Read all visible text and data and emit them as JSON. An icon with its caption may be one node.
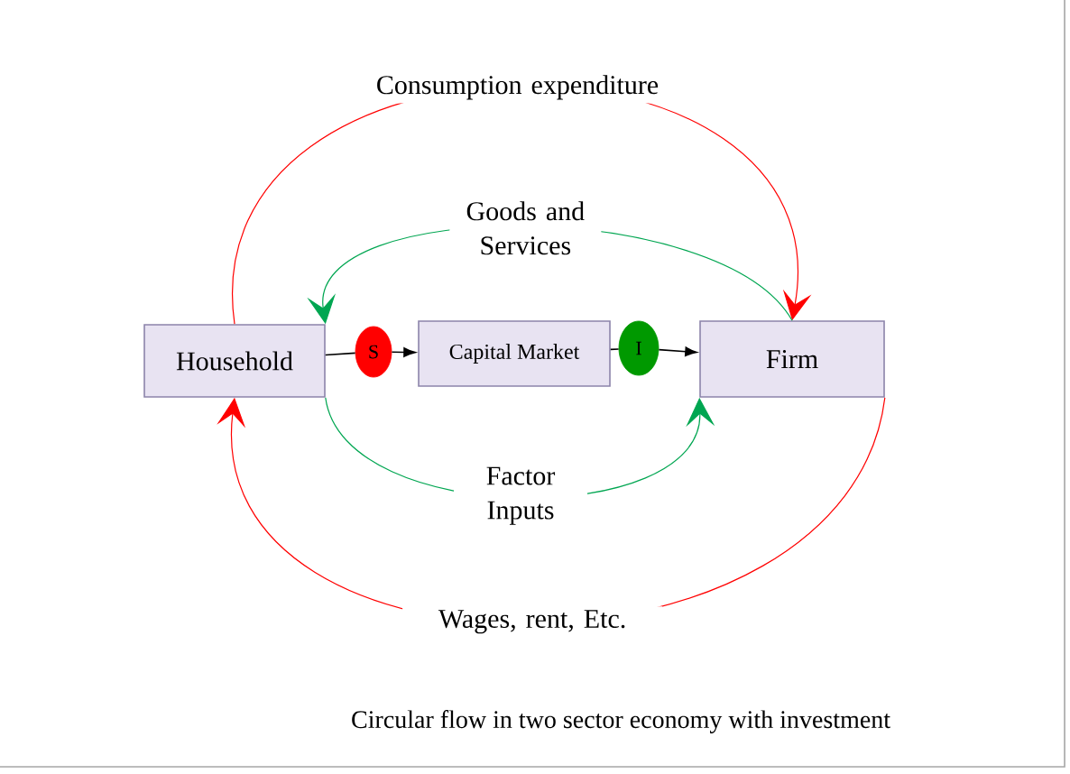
{
  "diagram": {
    "caption": "Circular flow in two sector economy with investment",
    "nodes": [
      {
        "text": [
          "Household"
        ]
      },
      {
        "text": [
          "Capital Market"
        ]
      },
      {
        "text": [
          "Firm"
        ]
      },
      {
        "text": [
          "S"
        ]
      },
      {
        "text": [
          "I"
        ]
      }
    ],
    "edges": [
      {
        "from": 0,
        "to": 2,
        "arrow": "to",
        "label": "Consumption expenditure",
        "color": "#ff0000"
      },
      {
        "from": 2,
        "to": 0,
        "arrow": "to",
        "label": "Goods and Services",
        "color": "#00a651"
      },
      {
        "from": 0,
        "to": 2,
        "arrow": "to",
        "label": "Factor Inputs",
        "color": "#00a651"
      },
      {
        "from": 2,
        "to": 0,
        "arrow": "to",
        "label": "Wages, rent, Etc.",
        "color": "#ff0000"
      },
      {
        "from": 0,
        "to": 3,
        "arrow": "none"
      },
      {
        "from": 3,
        "to": 1,
        "arrow": "to"
      },
      {
        "from": 1,
        "to": 4,
        "arrow": "none"
      },
      {
        "from": 4,
        "to": 2,
        "arrow": "to"
      }
    ]
  }
}
